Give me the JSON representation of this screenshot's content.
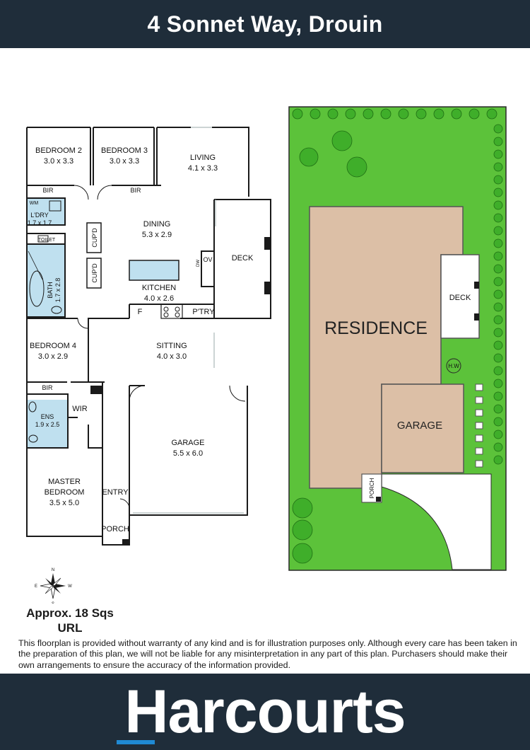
{
  "header": {
    "title": "4 Sonnet Way, Drouin"
  },
  "floorplan": {
    "rooms": [
      {
        "name": "BEDROOM 2",
        "size": "3.0 x 3.3"
      },
      {
        "name": "BEDROOM 3",
        "size": "3.0 x 3.3"
      },
      {
        "name": "LIVING",
        "size": "4.1 x 3.3"
      },
      {
        "name": "DINING",
        "size": "5.3 x 2.9"
      },
      {
        "name": "DECK",
        "size": ""
      },
      {
        "name": "KITCHEN",
        "size": "4.0 x 2.6"
      },
      {
        "name": "BEDROOM 4",
        "size": "3.0 x 2.9"
      },
      {
        "name": "SITTING",
        "size": "4.0 x 3.0"
      },
      {
        "name": "GARAGE",
        "size": "5.5 x 6.0"
      },
      {
        "name": "MASTER",
        "size": "BEDROOM"
      },
      {
        "name": "L'DRY",
        "size": "1.7 x 1.7"
      },
      {
        "name": "ENS",
        "size": "1.9 x 2.5"
      }
    ],
    "master_size": "3.5 x 5.0",
    "small_labels": {
      "bir": "BIR",
      "wm": "WM",
      "toilet": "TOILET",
      "cupd": "CUP'D",
      "bath": "BATH",
      "bath_size": "1.7 x 2.8",
      "ov": "OV",
      "dw": "DW",
      "f": "F",
      "ptry": "P'TRY",
      "wir": "WIR",
      "entry": "ENTRY",
      "porch": "PORCH"
    }
  },
  "siteplan": {
    "residence": "RESIDENCE",
    "deck": "DECK",
    "garage": "GARAGE",
    "hw": "H.W",
    "porch": "PORCH"
  },
  "compass": {
    "n": "N",
    "s": "S",
    "e": "E",
    "w": "W"
  },
  "info": {
    "area_line1": "Approx. 18 Sqs",
    "area_line2": "URL",
    "disclaimer": "This floorplan is provided without warranty of any kind and is for illustration purposes only. Although every care has been taken in the preparation of this plan, we will not be liable for any misinterpretation in any part of this plan. Purchasers should make their own arrangements to ensure the accuracy of the information provided."
  },
  "footer": {
    "logo": "Harcourts"
  },
  "colors": {
    "navy": "#1f2d3a",
    "grass": "#5cc23a",
    "residence": "#dcbfa6",
    "water": "#bfe0ef",
    "logo_accent": "#1f8ad4"
  }
}
